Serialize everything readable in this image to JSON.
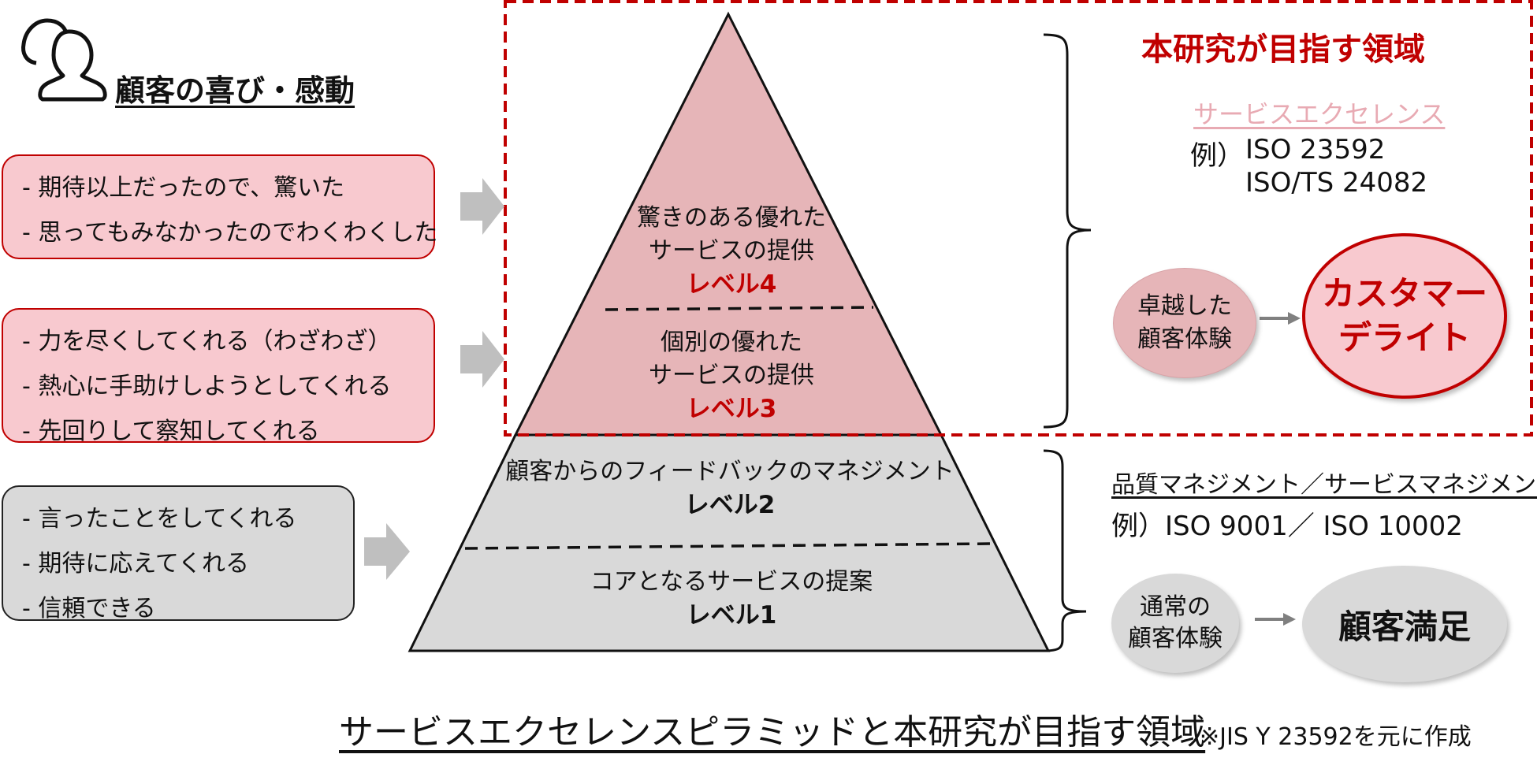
{
  "header": {
    "title": "顧客の喜び・感動",
    "icon": "users-icon"
  },
  "left_boxes": [
    {
      "style": "pink",
      "lines": [
        "- 期待以上だったので、驚いた",
        "- 思ってもみなかったのでわくわくした"
      ]
    },
    {
      "style": "pink",
      "lines": [
        "- 力を尽くしてくれる（わざわざ）",
        "- 熱心に手助けしようとしてくれる",
        "- 先回りして察知してくれる"
      ]
    },
    {
      "style": "gray",
      "lines": [
        "- 言ったことをしてくれる",
        "- 期待に応えてくれる",
        "- 信頼できる"
      ]
    }
  ],
  "pyramid": {
    "level4": {
      "text1": "驚きのある優れた",
      "text2": "サービスの提供",
      "level": "レベル4"
    },
    "level3": {
      "text1": "個別の優れた",
      "text2": "サービスの提供",
      "level": "レベル3"
    },
    "level2": {
      "text1": "顧客からのフィードバックのマネジメント",
      "level": "レベル2"
    },
    "level1": {
      "text1": "コアとなるサービスの提案",
      "level": "レベル1"
    }
  },
  "research_area": {
    "title": "本研究が目指す領域",
    "subtitle": "サービスエクセレンス",
    "example_prefix": "例）",
    "iso1": "ISO 23592",
    "iso2": "ISO/TS 24082",
    "experience_line1": "卓越した",
    "experience_line2": "顧客体験",
    "result_line1": "カスタマー",
    "result_line2": "デライト"
  },
  "quality_area": {
    "title": "品質マネジメント／サービスマネジメント",
    "example": "例）ISO 9001／ ISO 10002",
    "experience_line1": "通常の",
    "experience_line2": "顧客体験",
    "result": "顧客満足"
  },
  "caption": "サービスエクセレンスピラミッドと本研究が目指す領域",
  "note": "※JIS Y 23592を元に作成",
  "colors": {
    "accent_red": "#c00000",
    "pink_fill": "#f8c9cf",
    "pyramid_pink": "#e6b5b8",
    "gray_fill": "#d9d9d9",
    "light_pink_text": "#e8aab3"
  }
}
